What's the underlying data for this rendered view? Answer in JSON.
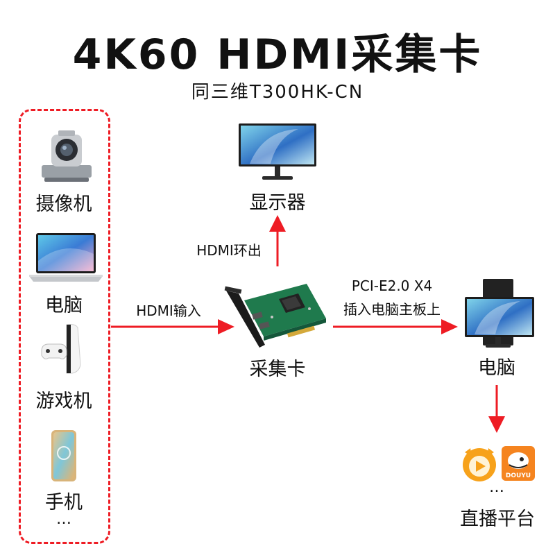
{
  "title": "4K60 HDMI采集卡",
  "subtitle": "同三维T300HK-CN",
  "sources": {
    "camera": "摄像机",
    "laptop": "电脑",
    "console": "游戏机",
    "phone": "手机",
    "more": "…"
  },
  "flow": {
    "hdmi_in": "HDMI输入",
    "hdmi_loop": "HDMI环出",
    "monitor": "显示器",
    "capture_card": "采集卡",
    "pcie_line1": "PCI-E2.0 X4",
    "pcie_line2": "插入电脑主板上",
    "pc": "电脑",
    "platform_more": "…",
    "platform": "直播平台",
    "douyu_logo_text": "DOUYU"
  },
  "colors": {
    "arrow": "#ee1c24",
    "dash_border": "#ee1c24",
    "card_pcb": "#1f7a4d",
    "platform_orange": "#f7a21b"
  }
}
